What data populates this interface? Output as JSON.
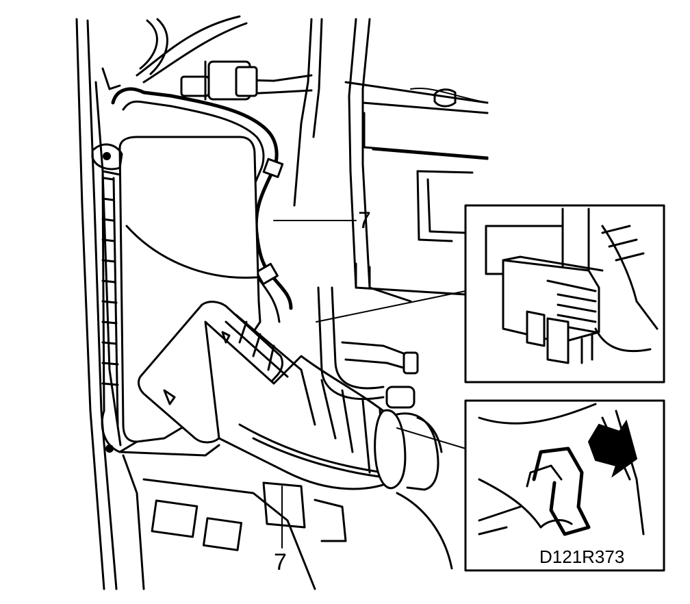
{
  "callouts": [
    {
      "id": "upper",
      "text": "7"
    },
    {
      "id": "lower",
      "text": "7"
    }
  ],
  "figure_code": "D121R373",
  "colors": {
    "ink": "#000000",
    "paper": "#ffffff"
  }
}
